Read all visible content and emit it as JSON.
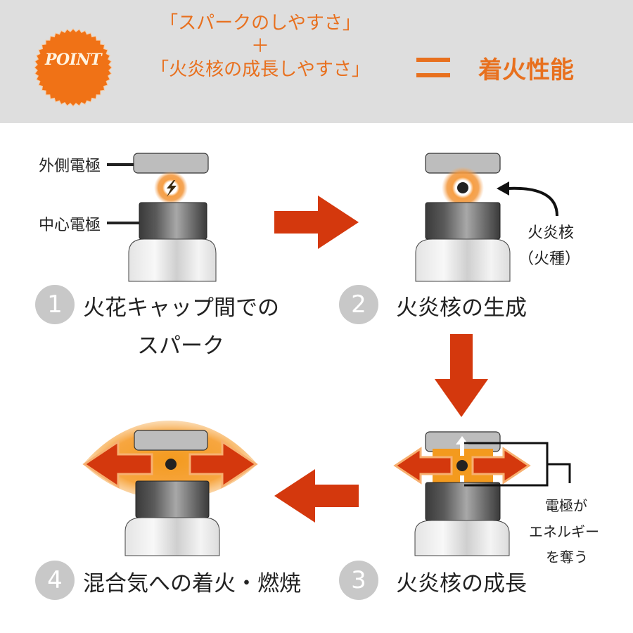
{
  "header": {
    "badge": "POINT",
    "formula_line1": "「スパークのしやすさ」",
    "formula_plus": "＋",
    "formula_line2": "「火炎核の成長しやすさ」",
    "equals": "=",
    "result": "着火性能"
  },
  "colors": {
    "accent": "#e8701e",
    "arrow": "#d4380d",
    "header_bg": "#dedede",
    "step_circle": "#c8c8c8"
  },
  "steps": [
    {
      "number": "1",
      "caption_line1": "火花キャップ間での",
      "caption_line2": "スパーク",
      "labels": {
        "outer_electrode": "外側電極",
        "center_electrode": "中心電極"
      },
      "icon": "spark-bolt-icon"
    },
    {
      "number": "2",
      "caption_line1": "火炎核の生成",
      "labels": {
        "flame_kernel": "火炎核",
        "flame_kernel_sub": "（火種）"
      },
      "icon": "flame-kernel-icon"
    },
    {
      "number": "3",
      "caption_line1": "火炎核の成長",
      "labels": {
        "note_line1": "電極が",
        "note_line2": "エネルギー",
        "note_line3": "を奪う"
      },
      "icon": "flame-growth-icon"
    },
    {
      "number": "4",
      "caption_line1": "混合気への着火・燃焼",
      "icon": "combustion-icon"
    }
  ],
  "flow_arrows": [
    "right",
    "down",
    "left"
  ]
}
